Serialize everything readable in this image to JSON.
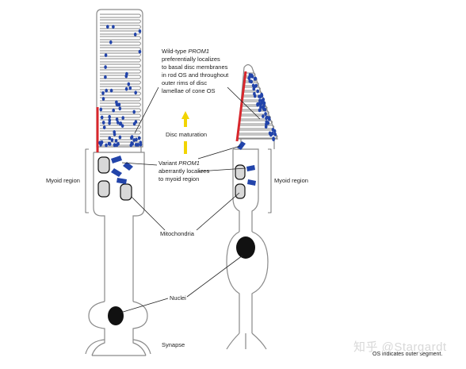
{
  "labels": {
    "wild_type": [
      "Wild-type ",
      "PROM1",
      "preferentially localizes",
      "to basal disc membranes",
      "in rod OS and throughout",
      "outer rims of disc",
      "lamellae of cone OS"
    ],
    "disc_maturation": "Disc maturation",
    "variant": [
      "Variant ",
      "PROM1",
      "aberrantly localizes",
      "to myoid region"
    ],
    "myoid_left": "Myoid region",
    "myoid_right": "Myoid region",
    "mitochondria": "Mitochondria",
    "nuclei": "Nuclei",
    "synapse": "Synapse",
    "os_note": "OS indicates outer segment."
  },
  "watermark": "知乎 @Stargardt",
  "colors": {
    "outline": "#888888",
    "red_line": "#d8262c",
    "blue_marker": "#2244aa",
    "arrow": "#f2d400",
    "nucleus": "#111111"
  }
}
